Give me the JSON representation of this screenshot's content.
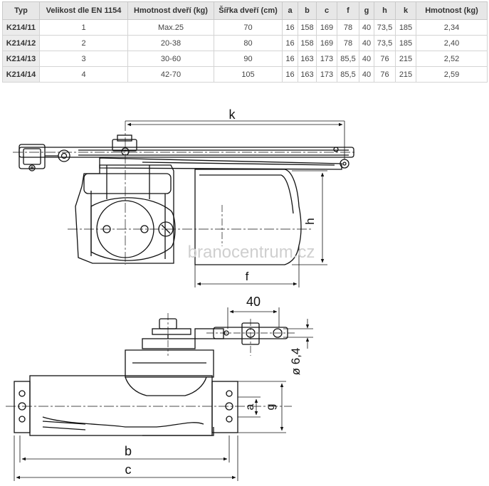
{
  "table": {
    "headers": [
      "Typ",
      "Velikost dle EN 1154",
      "Hmotnost dveří (kg)",
      "Šířka dveří (cm)",
      "a",
      "b",
      "c",
      "f",
      "g",
      "h",
      "k",
      "Hmotnost (kg)"
    ],
    "rows": [
      [
        "K214/11",
        "1",
        "Max.25",
        "70",
        "16",
        "158",
        "169",
        "78",
        "40",
        "73,5",
        "185",
        "2,34"
      ],
      [
        "K214/12",
        "2",
        "20-38",
        "80",
        "16",
        "158",
        "169",
        "78",
        "40",
        "73,5",
        "185",
        "2,40"
      ],
      [
        "K214/13",
        "3",
        "30-60",
        "90",
        "16",
        "163",
        "173",
        "85,5",
        "40",
        "76",
        "215",
        "2,52"
      ],
      [
        "K214/14",
        "4",
        "42-70",
        "105",
        "16",
        "163",
        "173",
        "85,5",
        "40",
        "76",
        "215",
        "2,59"
      ]
    ]
  },
  "drawing": {
    "labels": {
      "k": "k",
      "h": "h",
      "f": "f",
      "forty": "40",
      "dia": "ø 6,4",
      "a": "a",
      "g": "g",
      "b": "b",
      "c": "c"
    },
    "watermark": "branocentrum.cz"
  }
}
